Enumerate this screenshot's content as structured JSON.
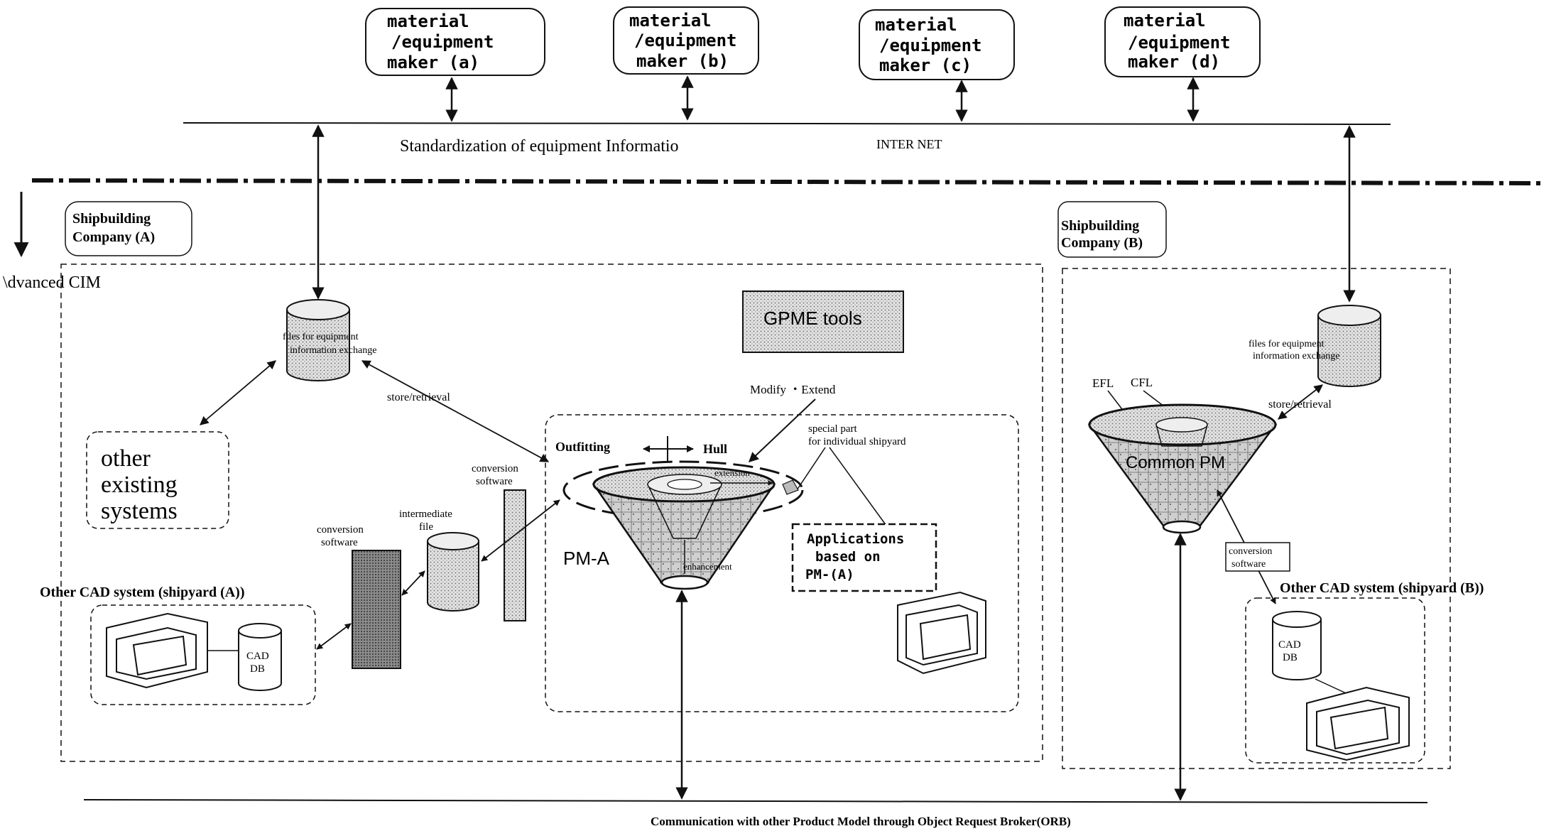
{
  "makers": [
    {
      "line1": "material",
      "line2": "/equipment",
      "line3": "maker (a)"
    },
    {
      "line1": "material",
      "line2": "/equipment",
      "line3": "maker (b)"
    },
    {
      "line1": "material",
      "line2": "/equipment",
      "line3": "maker (c)"
    },
    {
      "line1": "material",
      "line2": "/equipment",
      "line3": "maker (d)"
    }
  ],
  "internet": {
    "standardization": "Standardization of equipment Informatio",
    "label": "INTER NET"
  },
  "advanced_cim": "\\dvanced CIM",
  "company_a": {
    "title_line1": "Shipbuilding",
    "title_line2": "Company (A)",
    "files_line1": "files for equipment",
    "files_line2": "information exchange",
    "store_retrieval": "store/retrieval",
    "other_line1": "other",
    "other_line2": "existing",
    "other_line3": "systems",
    "conv1_line1": "conversion",
    "conv1_line2": "software",
    "conv2_line1": "conversion",
    "conv2_line2": "software",
    "intermediate_line1": "intermediate",
    "intermediate_line2": "file",
    "other_cad": "Other CAD system (shipyard (A))",
    "cad_line1": "CAD",
    "cad_line2": "DB",
    "gpme": "GPME tools",
    "modify_extend": "Modify ・Extend",
    "outfitting": "Outfitting",
    "hull": "Hull",
    "special_line1": "special part",
    "special_line2": "for individual shipyard",
    "extension": "extension",
    "enhancement": "enhancement",
    "pm_a": "PM-A",
    "apps_line1": "Applications",
    "apps_line2": "based on",
    "apps_line3": "PM-(A)"
  },
  "company_b": {
    "title_line1": "Shipbuilding",
    "title_line2": "Company (B)",
    "files_line1": "files for equipment",
    "files_line2": "information exchange",
    "store_retrieval": "store/retrieval",
    "efl": "EFL",
    "cfl": "CFL",
    "common_pm": "Common PM",
    "conv_line1": "conversion",
    "conv_line2": "software",
    "other_cad": "Other CAD system (shipyard (B))",
    "cad_line1": "CAD",
    "cad_line2": "DB"
  },
  "orb": "Communication with other Product Model through Object Request Broker(ORB)",
  "colors": {
    "ink": "#111111",
    "dot_fill": "#d6d6d6",
    "dark_fill": "#9a9a9a"
  }
}
